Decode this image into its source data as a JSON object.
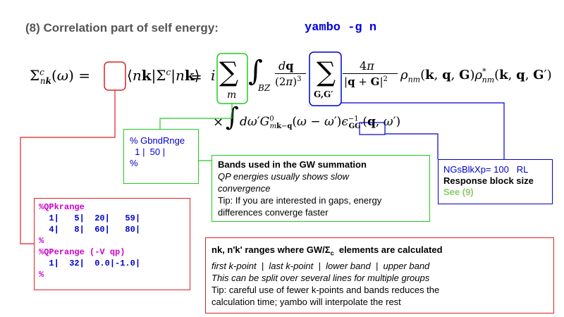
{
  "title": "(8) Correlation part of self energy:",
  "command": "yambo -g n",
  "gbnd_box": {
    "line1": "% GbndRnge",
    "line2": "  1 |  50 |",
    "line3": "%"
  },
  "bands_box": {
    "heading": "Bands  used in the GW summation",
    "line1": "QP energies usually shows slow",
    "line2": "convergence",
    "line3": "Tip: If you are interested in gaps, energy",
    "line4": "differences converge faster"
  },
  "ngs_box": {
    "line1": "NGsBlkXp= 100   RL",
    "line2": "Response block size",
    "line3": "See (9)"
  },
  "qp_box": {
    "line1": "%QPkrange",
    "line2": "  1|   5|  20|   59|",
    "line3": "  4|   8|  60|   80|",
    "line4": "%",
    "line5": "%QPerange (-V qp)",
    "line6": "  1|  32|  0.0|-1.0|",
    "line7": "%"
  },
  "nk_box": {
    "heading_a": "nk, n'k' ranges where GW/Σ",
    "heading_sub": "c",
    "heading_b": "  elements are calculated",
    "line1": "first k-point  |  last k-point  |  lower band  |  upper band",
    "line2": "This can be split over several lines for multiple groups",
    "line3": "Tip: careful use of fewer k-points and bands reduces the",
    "line4": "calculation time; yambo will interpolate the rest"
  },
  "colors": {
    "red": "#dd2222",
    "green": "#22cc22",
    "blue": "#0000cc",
    "title_gray": "#555555",
    "see_green": "#88cc66"
  }
}
